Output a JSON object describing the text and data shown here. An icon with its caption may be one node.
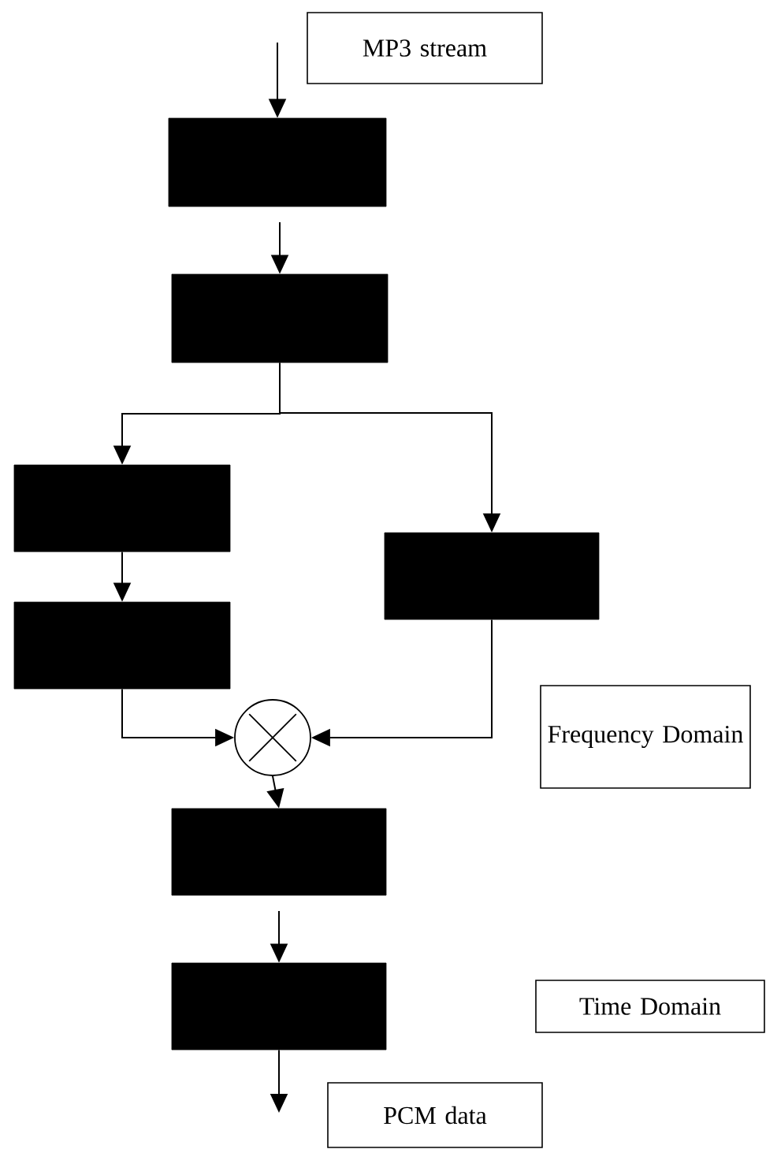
{
  "diagram": {
    "nodes": [
      {
        "text": [
          "MP3 stream"
        ]
      },
      {
        "text": [],
        "shape": "box"
      },
      {
        "text": [],
        "shape": "box"
      },
      {
        "text": [],
        "shape": "box"
      },
      {
        "text": [],
        "shape": "box"
      },
      {
        "text": [],
        "shape": "box"
      },
      {
        "text": [],
        "shape": "circle"
      },
      {
        "text": [
          "Frequency Domain"
        ]
      },
      {
        "text": [],
        "shape": "box"
      },
      {
        "text": [],
        "shape": "box"
      },
      {
        "text": [
          "Time Domain"
        ]
      },
      {
        "text": [
          "PCM data"
        ]
      }
    ],
    "edges": [
      {
        "from": null,
        "to": 1,
        "arrow": "to"
      },
      {
        "from": 1,
        "to": 2,
        "arrow": "to"
      },
      {
        "from": 2,
        "to": 3,
        "arrow": "to"
      },
      {
        "from": 2,
        "to": 4,
        "arrow": "to"
      },
      {
        "from": 3,
        "to": 5,
        "arrow": "to"
      },
      {
        "from": 5,
        "to": 6,
        "arrow": "to"
      },
      {
        "from": 4,
        "to": 6,
        "arrow": "to"
      },
      {
        "from": 6,
        "to": 8,
        "arrow": "to"
      },
      {
        "from": 8,
        "to": 9,
        "arrow": "to"
      },
      {
        "from": 9,
        "to": null,
        "arrow": "to"
      }
    ]
  }
}
